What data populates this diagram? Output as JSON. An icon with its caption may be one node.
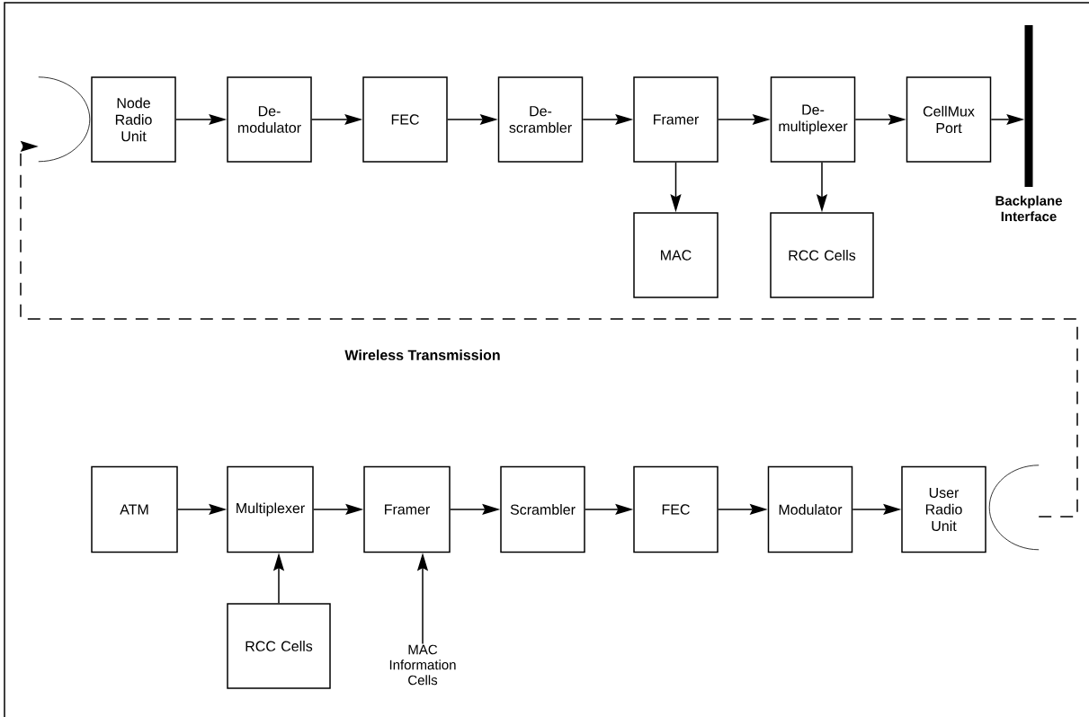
{
  "diagram": {
    "nodes": [
      {
        "text": [
          "Node Radio Unit"
        ]
      },
      {
        "text": [
          "De- modulator"
        ]
      },
      {
        "text": [
          "FEC"
        ]
      },
      {
        "text": [
          "De- scrambler"
        ]
      },
      {
        "text": [
          "Framer"
        ]
      },
      {
        "text": [
          "De- multiplexer"
        ]
      },
      {
        "text": [
          "CellMux Port"
        ]
      },
      {
        "text": [
          "Backplane Interface"
        ]
      },
      {
        "text": [
          "MAC"
        ]
      },
      {
        "text": [
          "RCC Cells"
        ]
      },
      {
        "text": [
          "ATM"
        ]
      },
      {
        "text": [
          "Multiplexer"
        ]
      },
      {
        "text": [
          "Framer"
        ]
      },
      {
        "text": [
          "Scrambler"
        ]
      },
      {
        "text": [
          "FEC"
        ]
      },
      {
        "text": [
          "Modulator"
        ]
      },
      {
        "text": [
          "User Radio Unit"
        ]
      },
      {
        "text": [
          "RCC Cells"
        ]
      },
      {
        "text": [
          "MAC Information Cells"
        ]
      },
      {
        "text": [],
        "shape": "arc"
      },
      {
        "text": [],
        "shape": "arc"
      }
    ],
    "edges": [
      {
        "from": 0,
        "to": 1,
        "arrow": "to"
      },
      {
        "from": 1,
        "to": 2,
        "arrow": "to"
      },
      {
        "from": 2,
        "to": 3,
        "arrow": "to"
      },
      {
        "from": 3,
        "to": 4,
        "arrow": "to"
      },
      {
        "from": 4,
        "to": 5,
        "arrow": "to"
      },
      {
        "from": 5,
        "to": 6,
        "arrow": "to"
      },
      {
        "from": 6,
        "to": 7,
        "arrow": "to"
      },
      {
        "from": 4,
        "to": 8,
        "arrow": "to"
      },
      {
        "from": 5,
        "to": 9,
        "arrow": "to"
      },
      {
        "from": 10,
        "to": 11,
        "arrow": "to"
      },
      {
        "from": 11,
        "to": 12,
        "arrow": "to"
      },
      {
        "from": 12,
        "to": 13,
        "arrow": "to"
      },
      {
        "from": 13,
        "to": 14,
        "arrow": "to"
      },
      {
        "from": 14,
        "to": 15,
        "arrow": "to"
      },
      {
        "from": 15,
        "to": 16,
        "arrow": "to"
      },
      {
        "from": 17,
        "to": 11,
        "arrow": "to"
      },
      {
        "from": 18,
        "to": 12,
        "arrow": "to"
      },
      {
        "from": 20,
        "to": 19,
        "arrow": "to",
        "style": "dashed"
      }
    ],
    "labels": [
      "Wireless Transmission"
    ]
  }
}
